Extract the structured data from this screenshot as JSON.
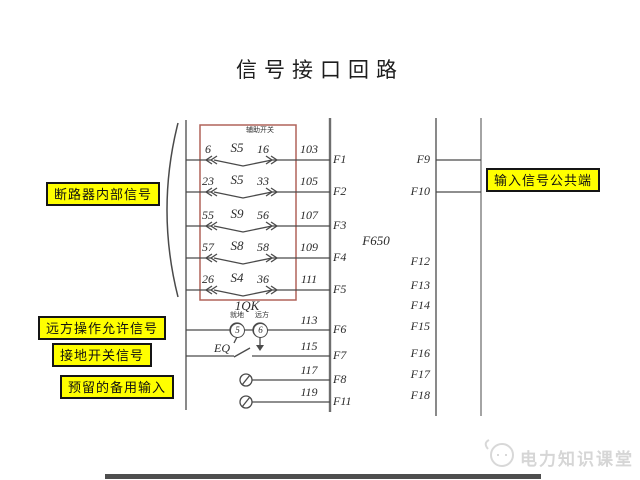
{
  "title": "信号接口回路",
  "callouts": {
    "breaker_internal": "断路器内部信号",
    "remote_permit": "远方操作允许信号",
    "earth_switch": "接地开关信号",
    "reserved_spare": "预留的备用输入",
    "input_common": "输入信号公共端"
  },
  "device_label": "F650",
  "switch_box_note": "辅助开关",
  "switch_group_label": "1QK",
  "contact_rows": [
    {
      "left_pin": "6",
      "switch": "S5",
      "right_pin": "16",
      "wire": "103",
      "terminal": "F1"
    },
    {
      "left_pin": "23",
      "switch": "S5",
      "right_pin": "33",
      "wire": "105",
      "terminal": "F2"
    },
    {
      "left_pin": "55",
      "switch": "S9",
      "right_pin": "56",
      "wire": "107",
      "terminal": "F3"
    },
    {
      "left_pin": "57",
      "switch": "S8",
      "right_pin": "58",
      "wire": "109",
      "terminal": "F4"
    },
    {
      "left_pin": "26",
      "switch": "S4",
      "right_pin": "36",
      "wire": "111",
      "terminal": "F5"
    }
  ],
  "remote_row": {
    "local_contact": "5",
    "local_note": "就地",
    "remote_contact": "6",
    "remote_note": "远方",
    "wire": "113",
    "terminal": "F6"
  },
  "earth_row": {
    "label": "EQ",
    "wire": "115",
    "terminal": "F7"
  },
  "spare_rows": [
    {
      "wire": "117",
      "terminal": "F8"
    },
    {
      "wire": "119",
      "terminal": "F11"
    }
  ],
  "right_terminals": [
    {
      "label": "F9"
    },
    {
      "label": "F10"
    },
    {
      "label": "F12"
    },
    {
      "label": "F13"
    },
    {
      "label": "F14"
    },
    {
      "label": "F15"
    },
    {
      "label": "F16"
    },
    {
      "label": "F17"
    },
    {
      "label": "F18"
    }
  ],
  "watermark": "电力知识课堂",
  "colors": {
    "highlight": "#ffff00",
    "box_outline": "#b0635a",
    "line": "#4a4a4a"
  }
}
